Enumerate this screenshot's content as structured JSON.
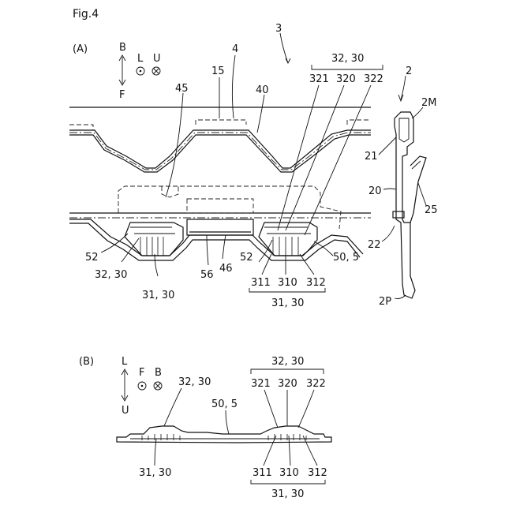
{
  "figure": {
    "title": "Fig.4",
    "panel_a": {
      "label": "(A)",
      "axes": {
        "b": "B",
        "f": "F",
        "l": "L",
        "u": "U"
      },
      "refs": {
        "r3": "3",
        "r4": "4",
        "r15": "15",
        "r40": "40",
        "r45": "45",
        "r32_30": "32, 30",
        "r321": "321",
        "r320": "320",
        "r322": "322",
        "r2": "2",
        "r2m": "2M",
        "r21": "21",
        "r20": "20",
        "r25": "25",
        "r22": "22",
        "r2p": "2P",
        "r52_left": "52",
        "r32_30_left": "32, 30",
        "r31_30_left": "31, 30",
        "r56": "56",
        "r46": "46",
        "r52_right": "52",
        "r50_5": "50, 5",
        "r311": "311",
        "r310": "310",
        "r312": "312",
        "r31_30_right": "31, 30"
      }
    },
    "panel_b": {
      "label": "(B)",
      "axes": {
        "l": "L",
        "u": "U",
        "f": "F",
        "b": "B"
      },
      "refs": {
        "r32_30_left": "32, 30",
        "r50_5": "50, 5",
        "r32_30_right": "32, 30",
        "r321": "321",
        "r320": "320",
        "r322": "322",
        "r31_30_left": "31, 30",
        "r311": "311",
        "r310": "310",
        "r312": "312",
        "r31_30_right": "31, 30"
      }
    }
  }
}
